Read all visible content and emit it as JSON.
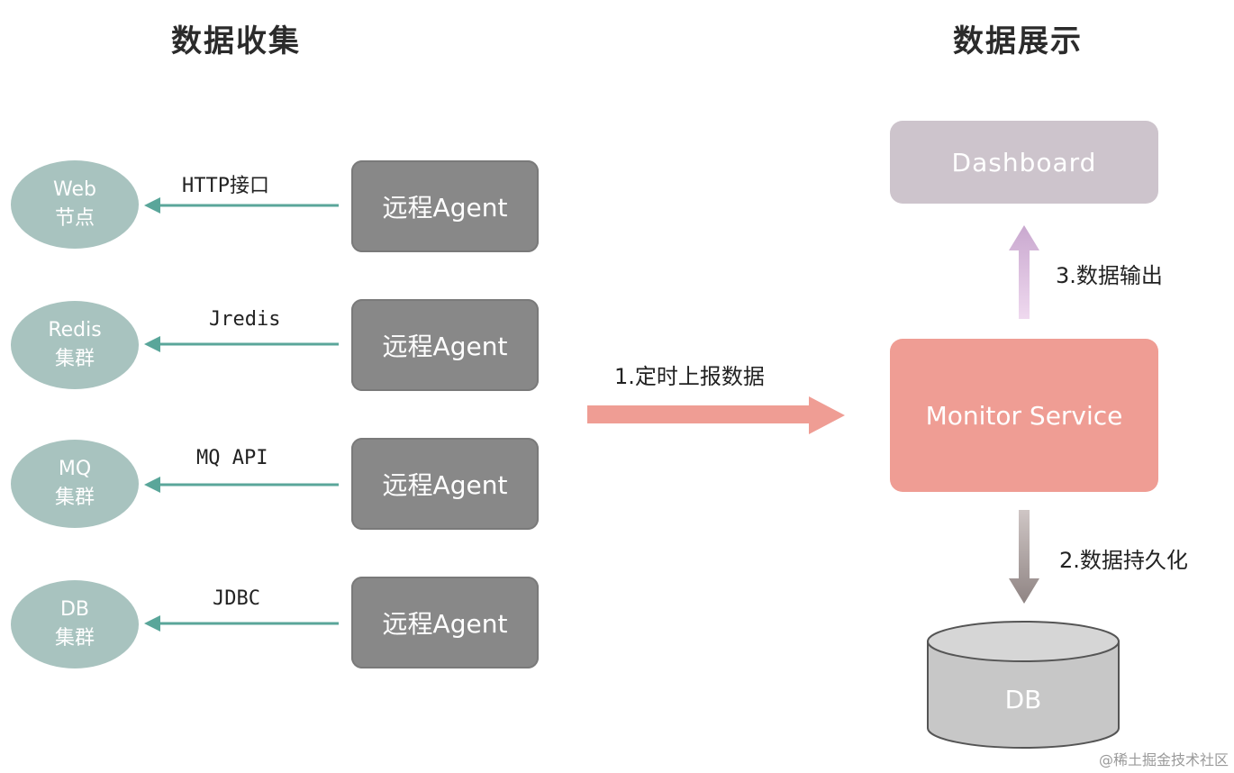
{
  "titles": {
    "collect": "数据收集",
    "display": "数据展示"
  },
  "nodes": [
    {
      "line1": "Web",
      "line2": "节点"
    },
    {
      "line1": "Redis",
      "line2": "集群"
    },
    {
      "line1": "MQ",
      "line2": "集群"
    },
    {
      "line1": "DB",
      "line2": "集群"
    }
  ],
  "connections": [
    "HTTP接口",
    "Jredis",
    "MQ API",
    "JDBC"
  ],
  "agent_label": "远程Agent",
  "flows": {
    "report": "1.定时上报数据",
    "output": "3.数据输出",
    "persist": "2.数据持久化"
  },
  "services": {
    "dashboard": "Dashboard",
    "monitor": "Monitor Service",
    "db": "DB"
  },
  "watermark": "@稀土掘金技术社区",
  "colors": {
    "node": "#a8c3bf",
    "agent": "#888888",
    "connector_arrow": "#5aa69a",
    "dashboard": "#cdc4cc",
    "monitor": "#ef9d94",
    "report_arrow": "#ef9d94",
    "output_arrow": "#c9a8cf",
    "persist_arrow": "#8f8483",
    "db_cylinder": "#c7c7c7"
  }
}
